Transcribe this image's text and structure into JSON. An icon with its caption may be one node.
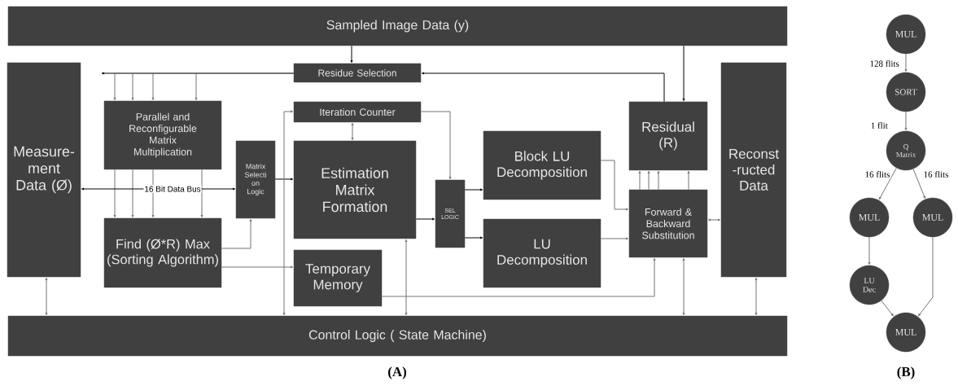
{
  "diagram": {
    "nodes": [
      {
        "text": [
          "Sampled Image Data (y)"
        ]
      },
      {
        "text": [
          "Residue Selection"
        ]
      },
      {
        "text": [
          "Measure- ment Data (Ø)"
        ]
      },
      {
        "text": [
          "Parallel and Reconfigurable Matrix Multiplication"
        ]
      },
      {
        "text": [
          "Find (Ø*R) Max (Sorting Algorithm)"
        ]
      },
      {
        "text": [
          "Matrix Selecti on Logic"
        ]
      },
      {
        "text": [
          "Iteration Counter"
        ]
      },
      {
        "text": [
          "Estimation Matrix Formation"
        ]
      },
      {
        "text": [
          "Temporary Memory"
        ]
      },
      {
        "text": [
          "SEL LOGIC"
        ]
      },
      {
        "text": [
          "Block LU Decomposition"
        ]
      },
      {
        "text": [
          "LU Decomposition"
        ]
      },
      {
        "text": [
          "Residual (R)"
        ]
      },
      {
        "text": [
          "Forward & Backward Substitution"
        ]
      },
      {
        "text": [
          "Reconst -ructed Data"
        ]
      },
      {
        "text": [
          "Control Logic ( State Machine)"
        ]
      },
      {
        "text": [
          "MUL"
        ]
      },
      {
        "text": [
          "SORT"
        ]
      },
      {
        "text": [
          "Q Matrix"
        ]
      },
      {
        "text": [
          "MUL"
        ]
      },
      {
        "text": [
          "MUL"
        ]
      },
      {
        "text": [
          "LU Dec"
        ]
      },
      {
        "text": [
          "MUL"
        ]
      }
    ],
    "edges": [
      {
        "from": 0,
        "to": 1,
        "arrow": "to",
        "color": "#000000"
      },
      {
        "from": 12,
        "to": 1,
        "arrow": "to",
        "color": "#000000"
      },
      {
        "from": 0,
        "to": 12,
        "arrow": "to",
        "color": "#000000"
      },
      {
        "from": 1,
        "to": null,
        "arrow": "to",
        "color": "#000000"
      },
      {
        "from": 1,
        "to": 3,
        "arrow": "to"
      },
      {
        "from": 1,
        "to": 3,
        "arrow": "to"
      },
      {
        "from": 1,
        "to": 3,
        "arrow": "to"
      },
      {
        "from": 1,
        "to": 3,
        "arrow": "to"
      },
      {
        "from": 3,
        "to": 4,
        "arrow": "to"
      },
      {
        "from": 3,
        "to": 4,
        "arrow": "to"
      },
      {
        "from": 3,
        "to": 4,
        "arrow": "to"
      },
      {
        "from": 3,
        "to": 4,
        "arrow": "to"
      },
      {
        "from": 2,
        "to": 5,
        "arrow": "both",
        "label": "16 Bit Data Bus",
        "color": "#000000"
      },
      {
        "from": 4,
        "to": 5,
        "arrow": "to"
      },
      {
        "from": 4,
        "to": 8,
        "arrow": "to"
      },
      {
        "from": 5,
        "to": 7,
        "arrow": "to",
        "color": "#000000"
      },
      {
        "from": 15,
        "to": 6,
        "arrow": "both"
      },
      {
        "from": 6,
        "to": 7,
        "arrow": "both"
      },
      {
        "from": 6,
        "to": 9,
        "arrow": "to"
      },
      {
        "from": 7,
        "to": 9,
        "arrow": "to",
        "color": "#000000"
      },
      {
        "from": 9,
        "to": 10,
        "arrow": "to",
        "color": "#000000"
      },
      {
        "from": 9,
        "to": 11,
        "arrow": "to",
        "color": "#000000"
      },
      {
        "from": 10,
        "to": 13,
        "arrow": "to"
      },
      {
        "from": 11,
        "to": 13,
        "arrow": "to"
      },
      {
        "from": 8,
        "to": 13,
        "arrow": "to"
      },
      {
        "from": 7,
        "to": 15,
        "arrow": "both"
      },
      {
        "from": 13,
        "to": 12,
        "arrow": "to"
      },
      {
        "from": 13,
        "to": 12,
        "arrow": "to"
      },
      {
        "from": 13,
        "to": 12,
        "arrow": "to"
      },
      {
        "from": 13,
        "to": 12,
        "arrow": "to"
      },
      {
        "from": 13,
        "to": 14,
        "arrow": "both"
      },
      {
        "from": 13,
        "to": 15,
        "arrow": "both"
      },
      {
        "from": 14,
        "to": 15,
        "arrow": "both"
      },
      {
        "from": 2,
        "to": 15,
        "arrow": "both"
      },
      {
        "from": 16,
        "to": 17,
        "arrow": "to",
        "label": "128 flits"
      },
      {
        "from": 17,
        "to": 18,
        "arrow": "to",
        "label": "1 flit"
      },
      {
        "from": 18,
        "to": 19,
        "arrow": "to",
        "label": "16 flits"
      },
      {
        "from": 18,
        "to": 20,
        "arrow": "to",
        "label": "16 flits"
      },
      {
        "from": 19,
        "to": 21,
        "arrow": "to"
      },
      {
        "from": 21,
        "to": 22,
        "arrow": "to"
      },
      {
        "from": 20,
        "to": 22,
        "arrow": "to"
      }
    ],
    "labels": [
      "(A)",
      "(B)"
    ]
  }
}
